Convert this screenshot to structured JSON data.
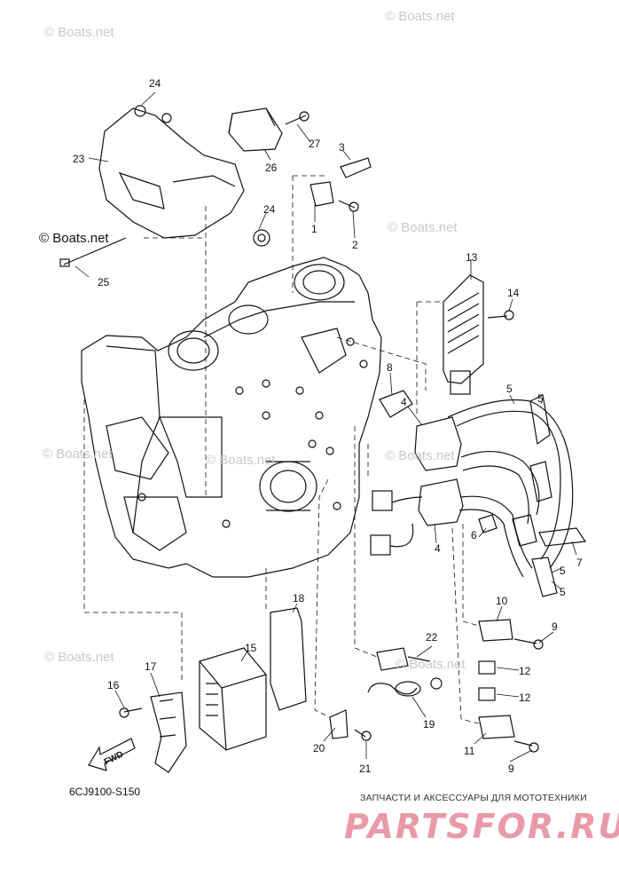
{
  "watermarks": {
    "top_left": "© Boats.net",
    "top_right": "© Boats.net",
    "left_mid": "© Boats.net",
    "right_mid": "© Boats.net",
    "left_low": "© Boats.net",
    "center_low": "© Boats.net",
    "right_low": "© Boats.net",
    "left_bottom": "© Boats.net",
    "center_bottom": "© Boats.net"
  },
  "callouts": [
    "24",
    "23",
    "27",
    "3",
    "26",
    "1",
    "2",
    "24",
    "25",
    "13",
    "14",
    "8",
    "5",
    "5",
    "4",
    "6",
    "7",
    "5",
    "5",
    "4",
    "18",
    "10",
    "9",
    "15",
    "22",
    "12",
    "17",
    "16",
    "12",
    "19",
    "11",
    "9",
    "20",
    "21"
  ],
  "fwd_label": "FWD",
  "reference_code": "6CJ9100-S150",
  "brand": {
    "tagline": "ЗАПЧАСТИ И АКСЕССУАРЫ ДЛЯ МОТОТЕХНИКИ",
    "logo": "PARTSFOR.RU"
  },
  "colors": {
    "line": "#111111",
    "watermark": "#c8c8c8",
    "brand_red": "#e89aa8"
  }
}
